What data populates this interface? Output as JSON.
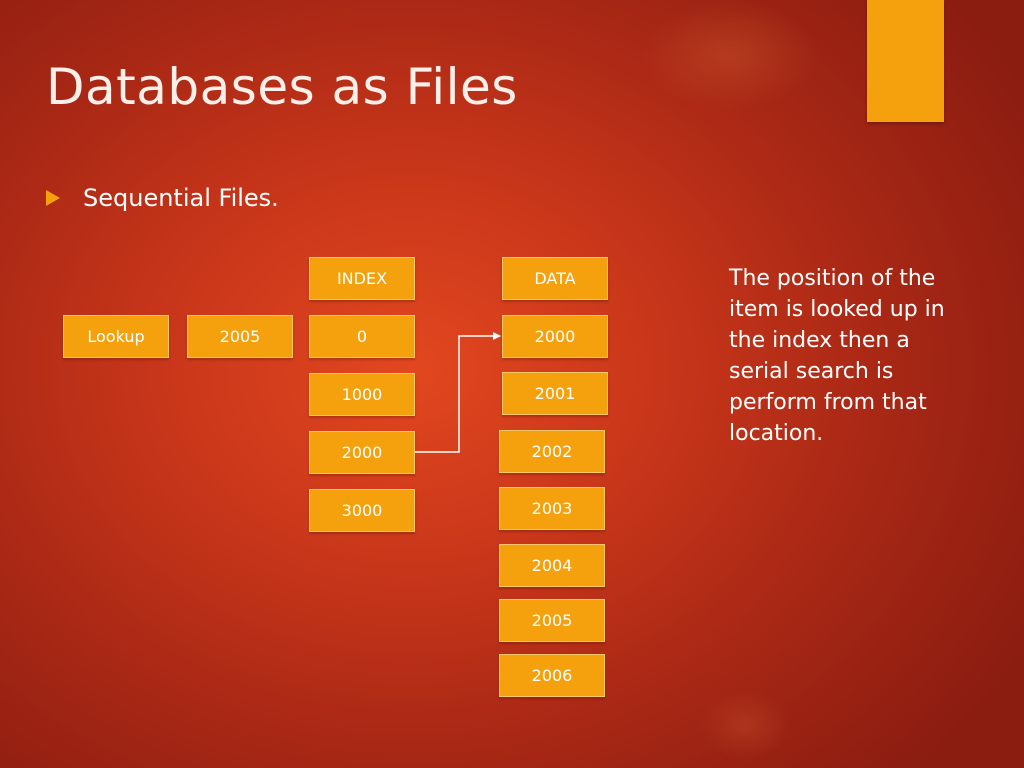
{
  "slide": {
    "title": "Databases as Files",
    "bullet": "Sequential Files.",
    "note": "The position of the item is looked up in the index then a serial search is perform from that location."
  },
  "colors": {
    "accent": "#f5a10e",
    "background": "#c8361a"
  },
  "diagram": {
    "lookup_label": "Lookup",
    "lookup_value": "2005",
    "index_header": "INDEX",
    "data_header": "DATA",
    "index_entries": [
      "0",
      "1000",
      "2000",
      "3000"
    ],
    "data_entries": [
      "2000",
      "2001",
      "2002",
      "2003",
      "2004",
      "2005",
      "2006"
    ]
  }
}
